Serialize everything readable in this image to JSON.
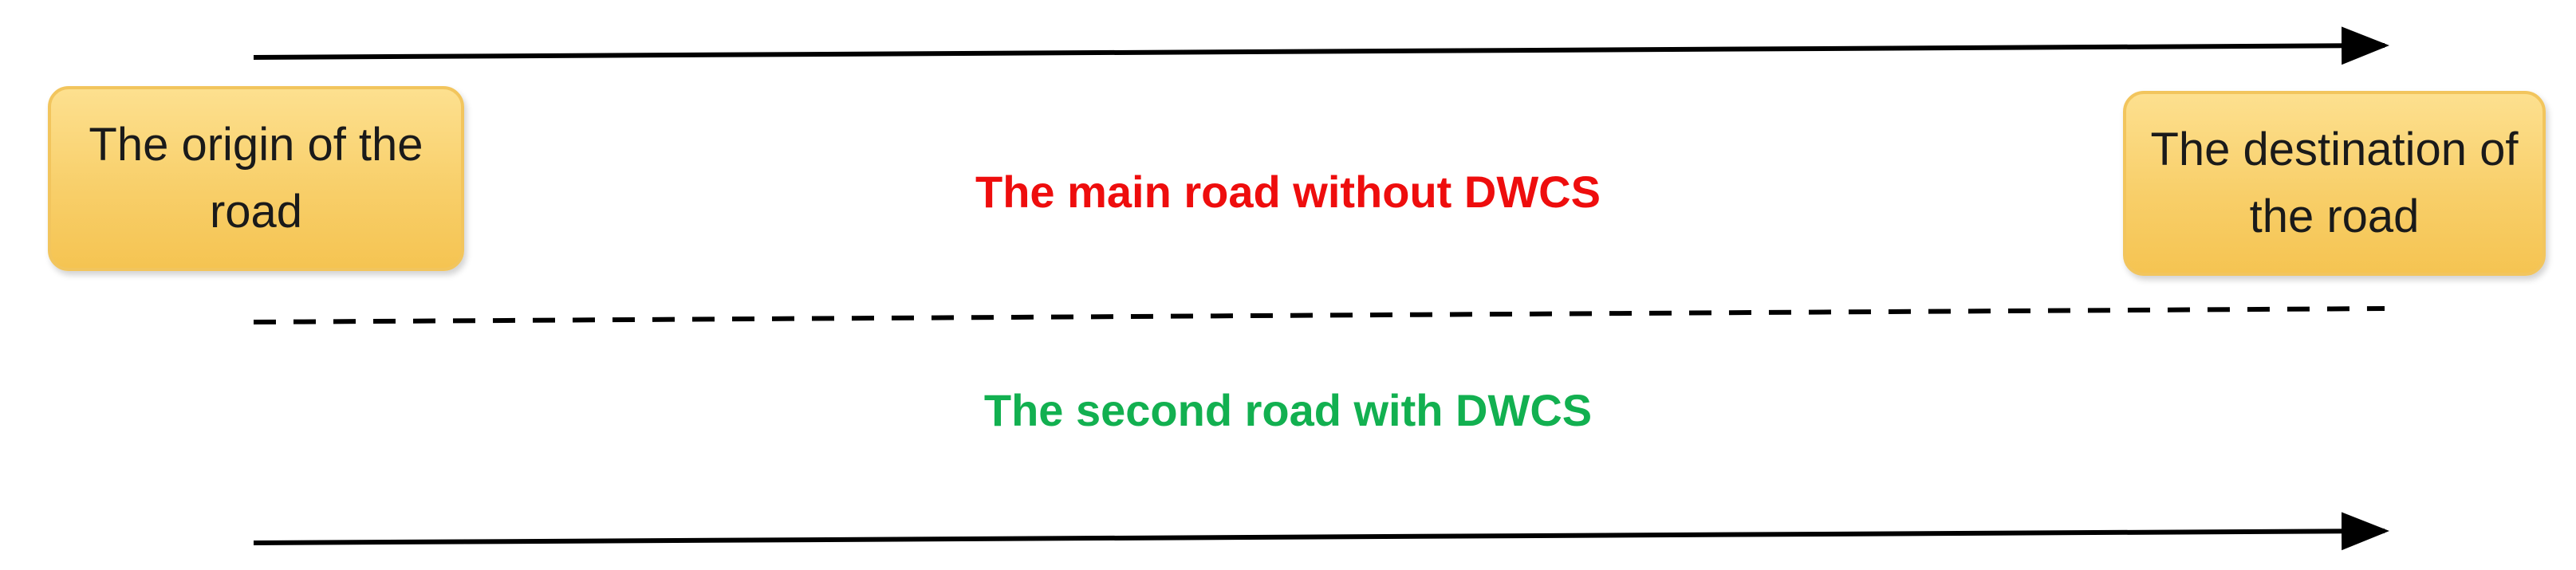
{
  "nodes": {
    "origin": "The origin of the road",
    "destination": "The destination of the road"
  },
  "labels": {
    "main_road": "The main road without DWCS",
    "second_road": "The second road with DWCS"
  },
  "colors": {
    "main_road_label": "#ee0d0d",
    "second_road_label": "#12b050",
    "node_fill": "#f8cf6a",
    "node_border": "#f2c55d",
    "line": "#000000"
  }
}
